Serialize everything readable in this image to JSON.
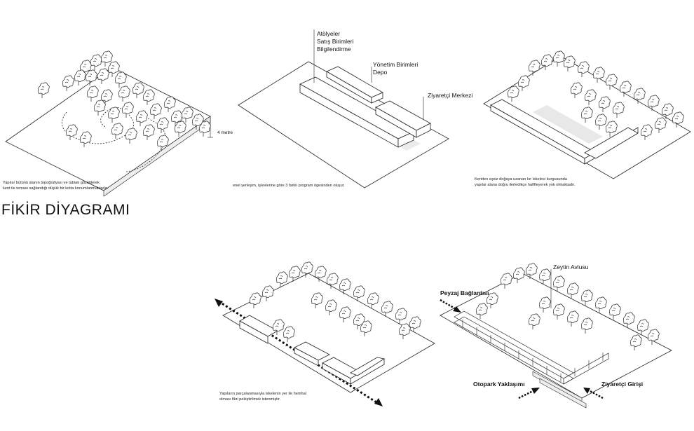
{
  "title": "FİKİR DİYAGRAMI",
  "panel1": {
    "height_label": "4 metre",
    "caption_line1": "Yapılar bütünü alanın topoğrafyası ve tabiatı gözetilerek",
    "caption_line2": "kent ile teması sağlandığı düşük bir kotta konumlanmaktadır."
  },
  "panel2": {
    "label_atolyeler": "Atölyeler",
    "label_satis": "Satış Birimleri",
    "label_bilgi": "Bilgilendirme",
    "label_yonetim": "Yönetim Birimleri",
    "label_depo": "Depo",
    "label_ziyaretci": "Ziyaretçi Merkezi",
    "caption": "enel yerleşim, işlevlerine göre 3 farklı program ögesinden oluşur."
  },
  "panel3": {
    "caption_line1": "Kentten eşsiz doğaya uzanan kır iskelesi kurgusunda",
    "caption_line2": "yapılar alana doğru ilerledikçe hafifleyerek yok olmaktadır."
  },
  "panel4": {
    "caption_line1": "Yapıların parçalanmasıyla iskelenin yer ile hemhal",
    "caption_line2": "olması fikri pekiştirilmek istenmiştir."
  },
  "panel5": {
    "label_zeytin": "Zeytin Avlusu",
    "label_peyzaj": "Peyzaj Bağlantısı",
    "label_otopark": "Otopark Yaklaşımı",
    "label_giris": "Ziyaretçi Girişi"
  }
}
